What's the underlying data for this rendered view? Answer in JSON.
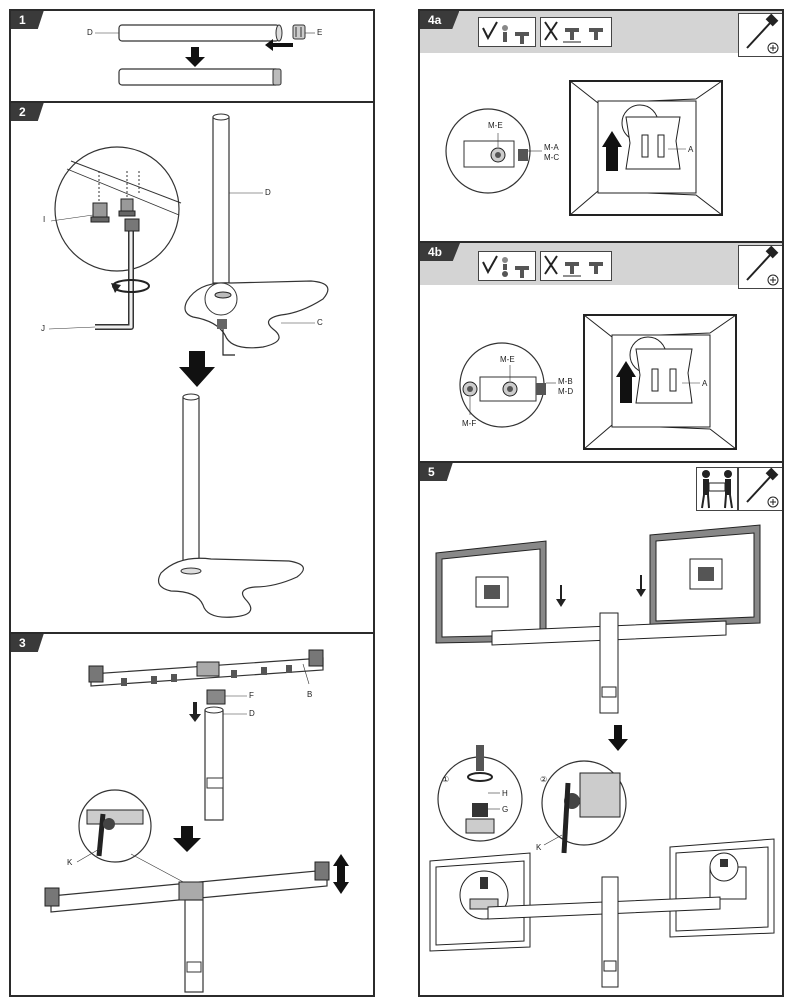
{
  "steps": {
    "s1": {
      "num": "1",
      "labels": {
        "d": "D",
        "e": "E"
      }
    },
    "s2": {
      "num": "2",
      "labels": {
        "i": "I",
        "j": "J",
        "d": "D",
        "c": "C"
      }
    },
    "s3": {
      "num": "3",
      "labels": {
        "f": "F",
        "b": "B",
        "d": "D",
        "k": "K"
      }
    },
    "s4a": {
      "num": "4a",
      "labels": {
        "me": "M-E",
        "ma": "M-A",
        "mc": "M-C",
        "a": "A"
      }
    },
    "s4b": {
      "num": "4b",
      "labels": {
        "me": "M-E",
        "mb": "M-B",
        "md": "M-D",
        "mf": "M-F",
        "a": "A"
      }
    },
    "s5": {
      "num": "5",
      "labels": {
        "step1": "①",
        "step2": "②",
        "h": "H",
        "g": "G",
        "k": "K"
      }
    }
  },
  "icons": {
    "tv_tag": "TV",
    "correct": "check-mark-icon",
    "wrong": "x-mark-icon",
    "tool": "screwdriver-icon",
    "people": "two-person-lift-icon"
  }
}
